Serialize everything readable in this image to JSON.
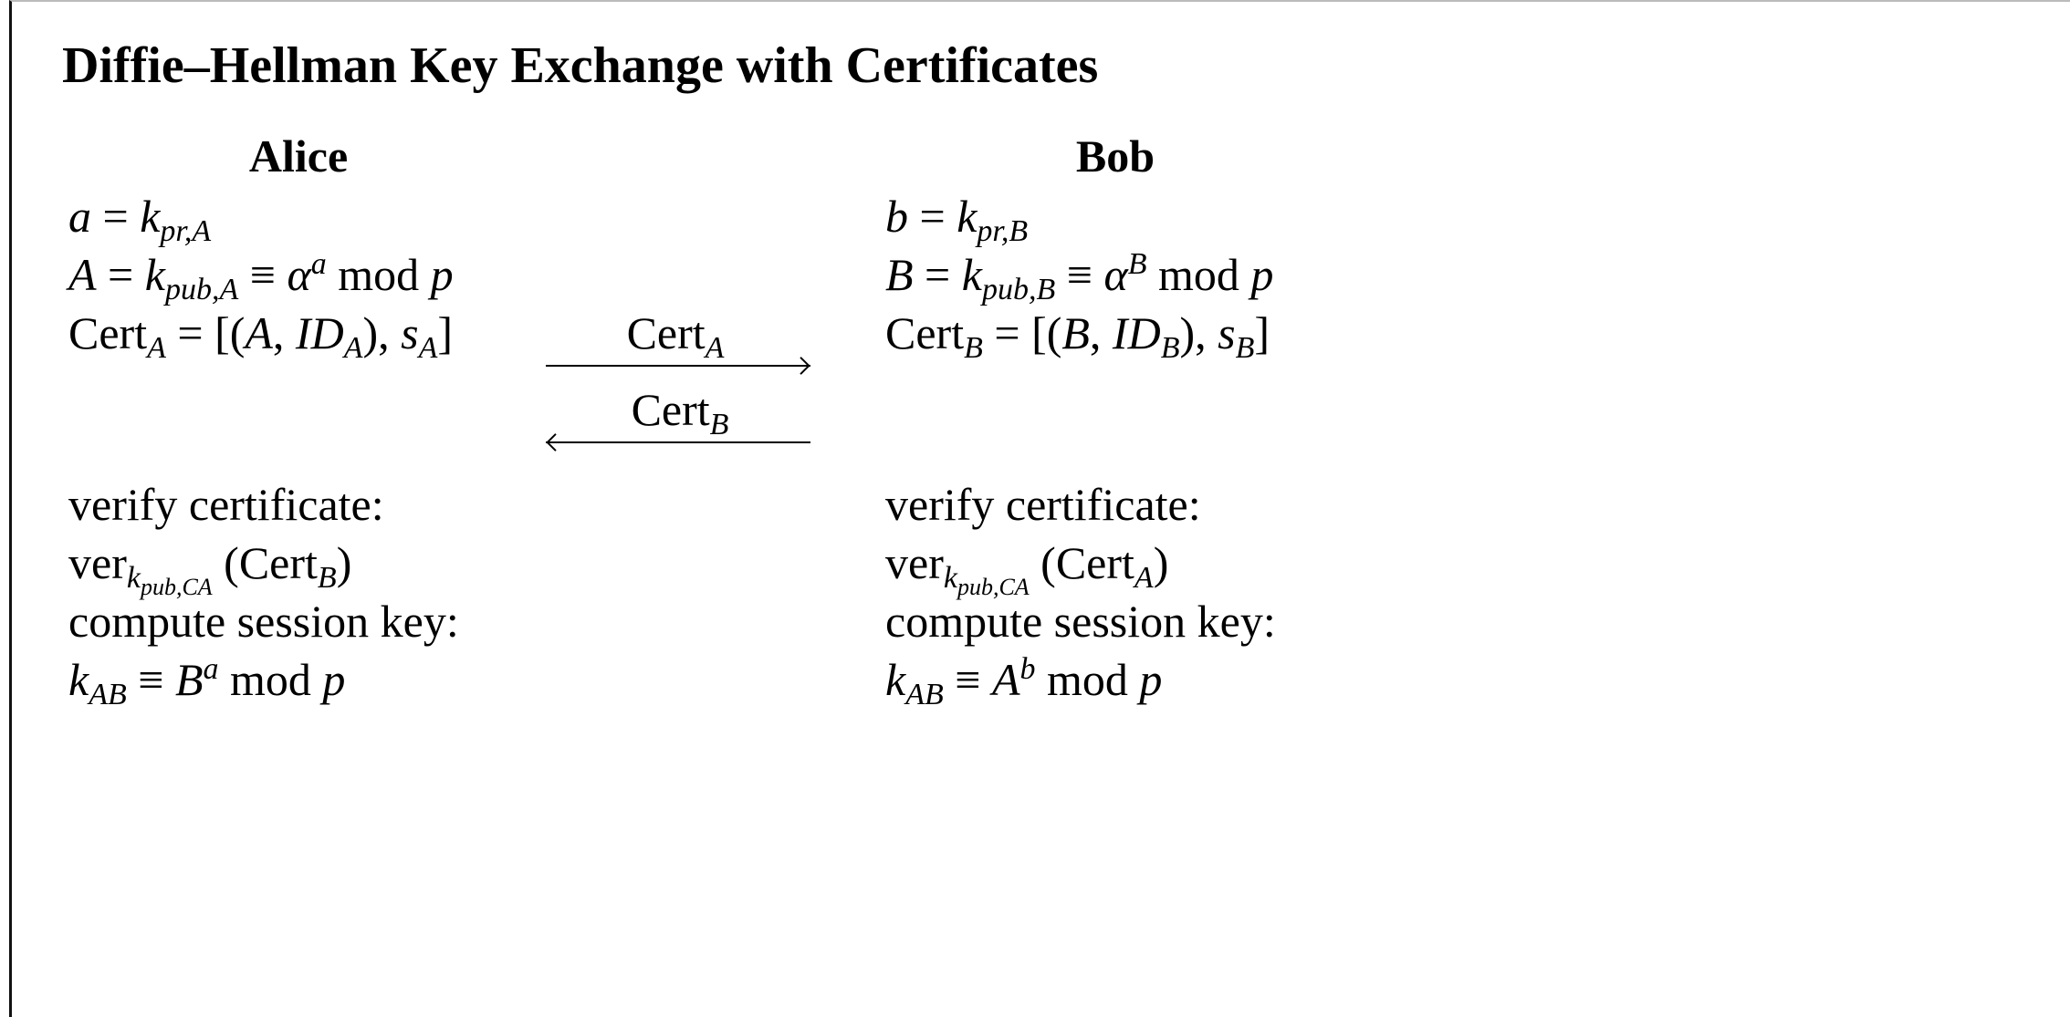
{
  "title": "Diffie–Hellman Key Exchange with Certificates",
  "alice": {
    "name": "Alice",
    "setup": [
      [
        [
          "a",
          "i"
        ],
        [
          " = ",
          "n"
        ],
        [
          "k",
          "i"
        ],
        [
          "pr,A",
          "sub"
        ]
      ],
      [
        [
          "A",
          "i"
        ],
        [
          " = ",
          "n"
        ],
        [
          "k",
          "i"
        ],
        [
          "pub,A",
          "sub"
        ],
        [
          " ≡ ",
          "n"
        ],
        [
          "α",
          "i"
        ],
        [
          "a",
          "sup"
        ],
        [
          " mod ",
          "n"
        ],
        [
          "p",
          "i"
        ]
      ],
      [
        [
          "Cert",
          "n"
        ],
        [
          "A",
          "sub"
        ],
        [
          " = [(",
          "n"
        ],
        [
          "A",
          "i"
        ],
        [
          ", ",
          "n"
        ],
        [
          "ID",
          "i"
        ],
        [
          "A",
          "sub"
        ],
        [
          "), ",
          "n"
        ],
        [
          "s",
          "i"
        ],
        [
          "A",
          "sub"
        ],
        [
          "]",
          "n"
        ]
      ]
    ],
    "verify": [
      [
        [
          "verify certificate:",
          "n"
        ]
      ],
      [
        [
          "ver",
          "n"
        ],
        [
          "k",
          "sub"
        ],
        [
          "pub,CA",
          "subsub"
        ],
        [
          " (Cert",
          "n"
        ],
        [
          "B",
          "sub"
        ],
        [
          ")",
          "n"
        ]
      ],
      [
        [
          "compute session key:",
          "n"
        ]
      ],
      [
        [
          "k",
          "i"
        ],
        [
          "AB",
          "sub"
        ],
        [
          " ≡ ",
          "n"
        ],
        [
          "B",
          "i"
        ],
        [
          "a",
          "sup"
        ],
        [
          " mod ",
          "n"
        ],
        [
          "p",
          "i"
        ]
      ]
    ]
  },
  "bob": {
    "name": "Bob",
    "setup": [
      [
        [
          "b",
          "i"
        ],
        [
          " = ",
          "n"
        ],
        [
          "k",
          "i"
        ],
        [
          "pr,B",
          "sub"
        ]
      ],
      [
        [
          "B",
          "i"
        ],
        [
          " = ",
          "n"
        ],
        [
          "k",
          "i"
        ],
        [
          "pub,B",
          "sub"
        ],
        [
          " ≡ ",
          "n"
        ],
        [
          "α",
          "i"
        ],
        [
          "B",
          "sup"
        ],
        [
          " mod ",
          "n"
        ],
        [
          "p",
          "i"
        ]
      ],
      [
        [
          "Cert",
          "n"
        ],
        [
          "B",
          "sub"
        ],
        [
          " = [(",
          "n"
        ],
        [
          "B",
          "i"
        ],
        [
          ", ",
          "n"
        ],
        [
          "ID",
          "i"
        ],
        [
          "B",
          "sub"
        ],
        [
          "), ",
          "n"
        ],
        [
          "s",
          "i"
        ],
        [
          "B",
          "sub"
        ],
        [
          "]",
          "n"
        ]
      ]
    ],
    "verify": [
      [
        [
          "verify certificate:",
          "n"
        ]
      ],
      [
        [
          "ver",
          "n"
        ],
        [
          "k",
          "sub"
        ],
        [
          "pub,CA",
          "subsub"
        ],
        [
          " (Cert",
          "n"
        ],
        [
          "A",
          "sub"
        ],
        [
          ")",
          "n"
        ]
      ],
      [
        [
          "compute session key:",
          "n"
        ]
      ],
      [
        [
          "k",
          "i"
        ],
        [
          "AB",
          "sub"
        ],
        [
          " ≡ ",
          "n"
        ],
        [
          "A",
          "i"
        ],
        [
          "b",
          "sup"
        ],
        [
          " mod ",
          "n"
        ],
        [
          "p",
          "i"
        ]
      ]
    ]
  },
  "messages": [
    {
      "label": "Cert",
      "sub": "A",
      "direction": "right"
    },
    {
      "label": "Cert",
      "sub": "B",
      "direction": "left"
    }
  ]
}
